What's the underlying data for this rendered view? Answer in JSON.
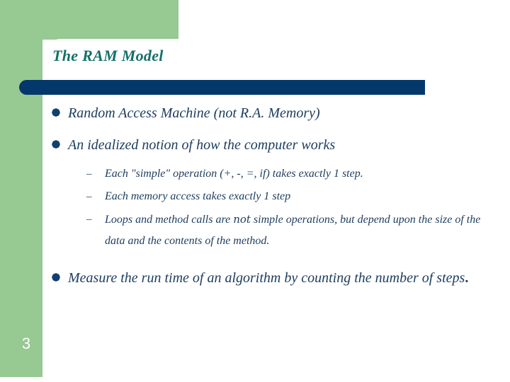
{
  "slide": {
    "title": "The RAM Model",
    "page_number": "3",
    "colors": {
      "accent_green": "#97c993",
      "accent_navy": "#05386a",
      "title_teal": "#147068",
      "body_navy": "#1c3c5e",
      "background": "#ffffff"
    },
    "bullets": [
      {
        "level": 1,
        "marker": "filled-circle-bullet",
        "text": "Random Access Machine (not R.A. Memory)"
      },
      {
        "level": 1,
        "marker": "filled-circle-bullet",
        "text": "An idealized notion of how the computer works"
      },
      {
        "level": 2,
        "marker": "en-dash",
        "text": "Each \"simple\" operation (+, -, =, if) takes exactly 1 step."
      },
      {
        "level": 2,
        "marker": "en-dash",
        "text": "Each memory access takes exactly 1 step"
      },
      {
        "level": 2,
        "marker": "en-dash",
        "text_before_emphasis": "Loops and method calls are ",
        "emphasis": "not",
        "text_after_emphasis": " simple operations, but depend upon the size of the data and the contents of the method."
      },
      {
        "level": 1,
        "marker": "filled-circle-bullet",
        "text_main": "Measure the run time of an algorithm by counting the number of steps",
        "text_end": "."
      }
    ],
    "markers": {
      "circle_glyph": "●",
      "dash_glyph": "–"
    }
  }
}
